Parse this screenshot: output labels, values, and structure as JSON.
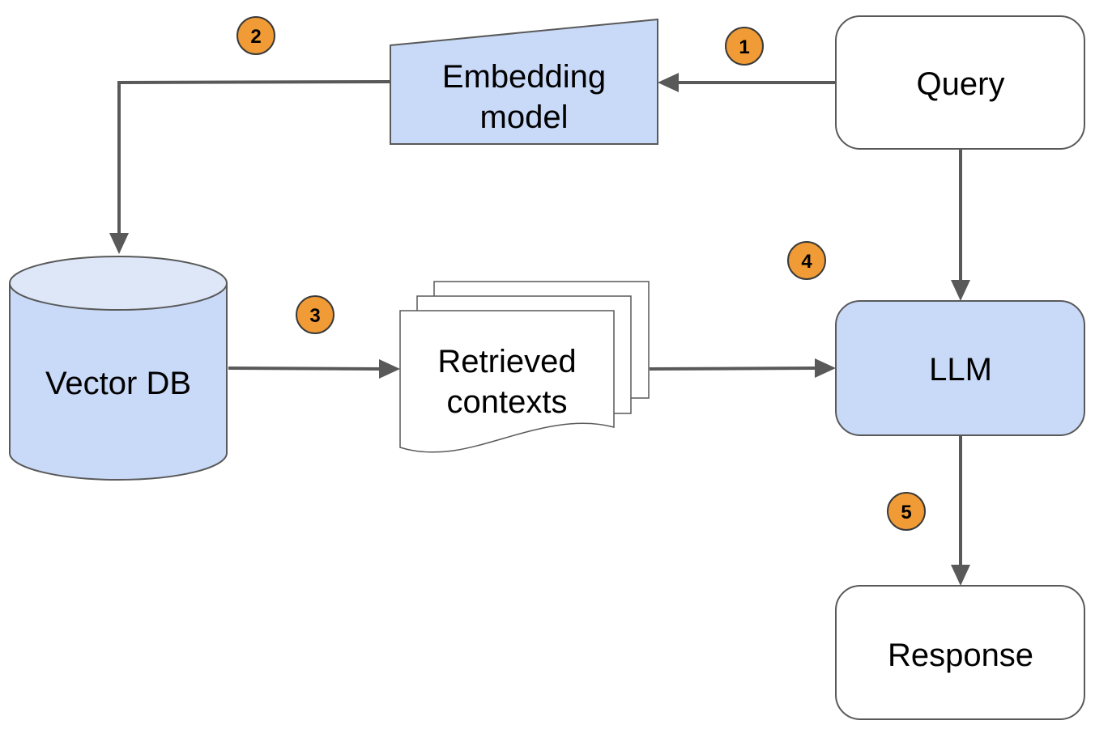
{
  "colors": {
    "fill_blue": "#c9daf8",
    "fill_blue_light": "#dde7f8",
    "fill_white": "#ffffff",
    "stroke_dark": "#595959",
    "badge_fill": "#f09b36",
    "badge_stroke": "#3a3a3a"
  },
  "nodes": {
    "embedding_model": {
      "line1": "Embedding",
      "line2": "model"
    },
    "query": {
      "label": "Query"
    },
    "vector_db": {
      "label": "Vector DB"
    },
    "retrieved_contexts": {
      "line1": "Retrieved",
      "line2": "contexts"
    },
    "llm": {
      "label": "LLM"
    },
    "response": {
      "label": "Response"
    }
  },
  "steps": [
    "1",
    "2",
    "3",
    "4",
    "5"
  ]
}
